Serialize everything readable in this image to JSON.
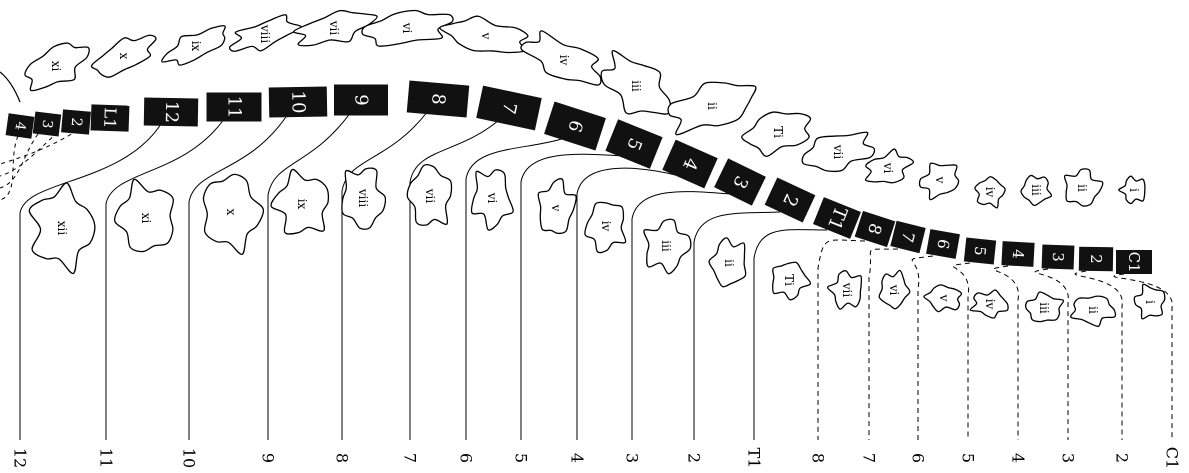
{
  "colors": {
    "ink": "#000000",
    "paper": "#ffffff",
    "block": "#111111"
  },
  "vertebrae": [
    "4",
    "3",
    "2",
    "L1",
    "12",
    "11",
    "10",
    "9",
    "8",
    "7",
    "6",
    "5",
    "4",
    "3",
    "2",
    "T1",
    "8",
    "7",
    "6",
    "5",
    "4",
    "3",
    "2",
    "C1"
  ],
  "upper_processes": [
    "xi",
    "x",
    "ix",
    "viii",
    "vii",
    "vi",
    "v",
    "iv",
    "iii",
    "ii",
    "Ti",
    "vii",
    "vi",
    "v",
    "iv",
    "iii",
    "ii",
    "i"
  ],
  "lower_bodies": [
    "xii",
    "xi",
    "x",
    "ix",
    "viii",
    "vii",
    "vi",
    "v",
    "iv",
    "iii",
    "ii",
    "Ti",
    "vii",
    "vi",
    "v",
    "iv",
    "iii",
    "ii",
    "i"
  ],
  "nerve_labels": [
    "12",
    "11",
    "10",
    "9",
    "8",
    "7",
    "6",
    "5",
    "4",
    "3",
    "2",
    "T1",
    "8",
    "7",
    "6",
    "5",
    "4",
    "3",
    "2",
    "C1"
  ]
}
